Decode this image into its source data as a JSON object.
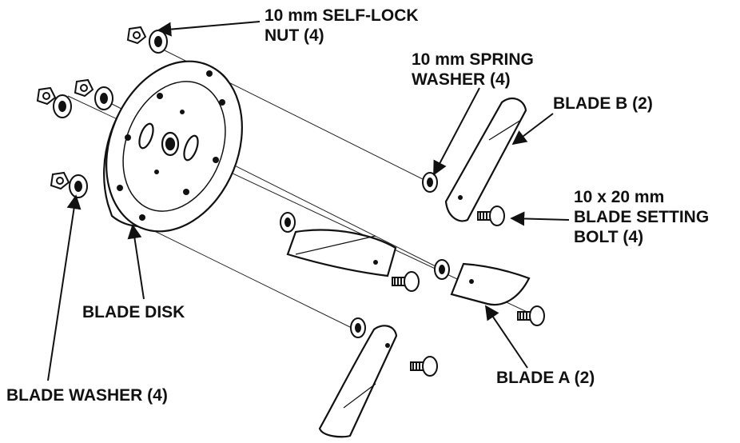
{
  "labels": {
    "self_lock_nut": [
      "10 mm SELF-LOCK",
      "NUT (4)"
    ],
    "spring_washer": [
      "10 mm SPRING",
      "WASHER (4)"
    ],
    "blade_b": "BLADE B (2)",
    "setting_bolt": [
      "10 x 20 mm",
      "BLADE SETTING",
      "BOLT (4)"
    ],
    "blade_disk": "BLADE DISK",
    "blade_a": "BLADE A (2)",
    "blade_washer": "BLADE WASHER (4)"
  },
  "colors": {
    "line": "#111111",
    "fill": "#ffffff",
    "text": "#111111"
  }
}
